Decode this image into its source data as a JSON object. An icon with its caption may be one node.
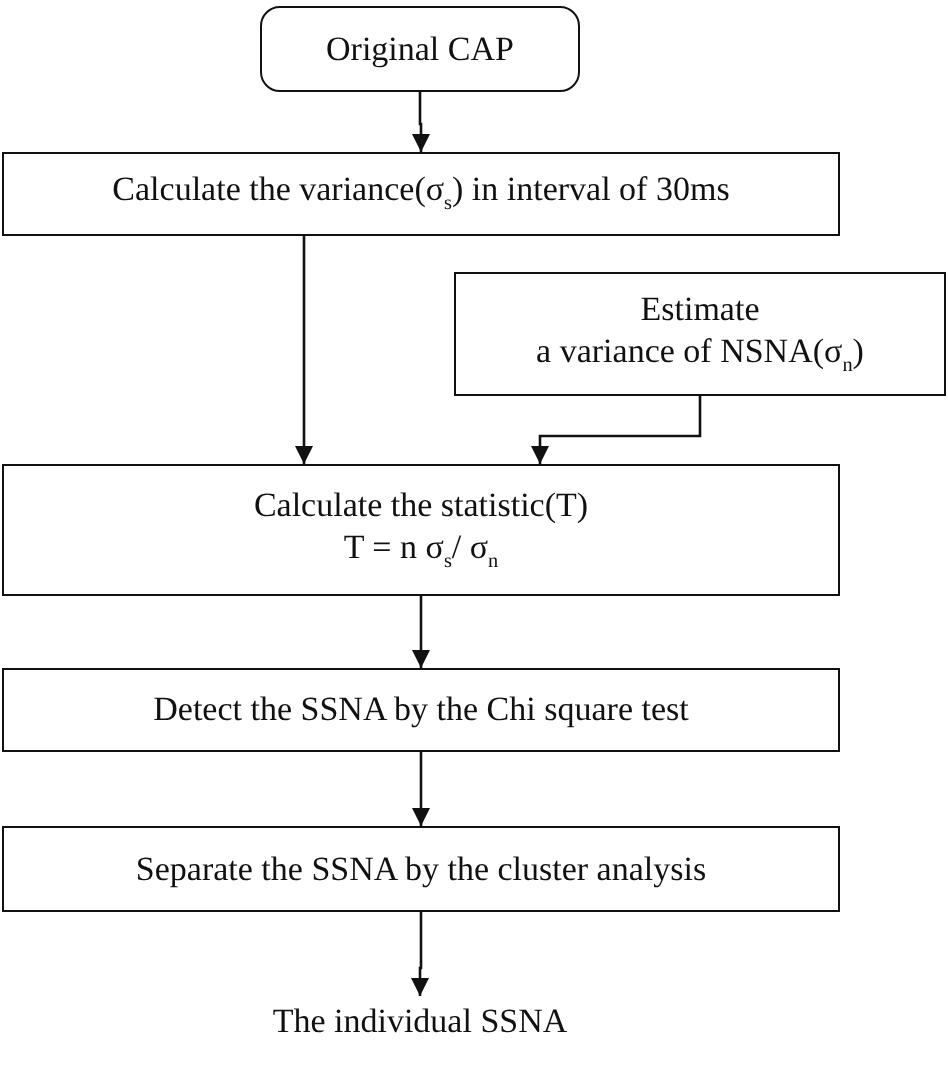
{
  "diagram": {
    "nodes": [
      {
        "text": [
          "Original CAP"
        ]
      },
      {
        "text": [
          "Calculate the variance(σ$_{s}$) in interval of 30ms"
        ]
      },
      {
        "text": [
          "Estimate",
          "a variance of NSNA(σ$_{n}$)"
        ]
      },
      {
        "text": [
          "Calculate the statistic(T)",
          "T = n σ$_{s}$/ σ$_{n}$"
        ]
      },
      {
        "text": [
          "Detect the SSNA by the Chi square test"
        ]
      },
      {
        "text": [
          "Separate the SSNA by the cluster analysis"
        ]
      },
      {
        "text": [
          "The individual SSNA"
        ]
      }
    ],
    "edges": [
      {
        "from": 0,
        "to": 1,
        "arrow": "to"
      },
      {
        "from": 1,
        "to": 3,
        "arrow": "to"
      },
      {
        "from": 2,
        "to": 3,
        "arrow": "to"
      },
      {
        "from": 3,
        "to": 4,
        "arrow": "to"
      },
      {
        "from": 4,
        "to": 5,
        "arrow": "to"
      },
      {
        "from": 5,
        "to": 6,
        "arrow": "to"
      }
    ]
  }
}
